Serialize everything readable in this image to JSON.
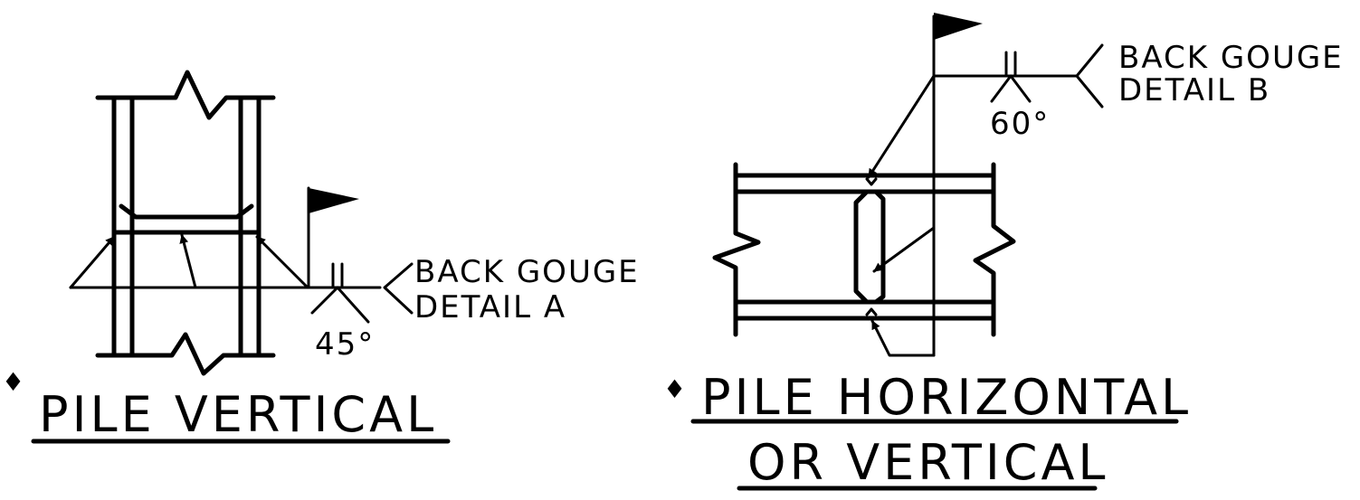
{
  "left_detail": {
    "note_line1": "BACK GOUGE",
    "note_line2": "DETAIL A",
    "angle": "45°",
    "title": "PILE VERTICAL",
    "marker": "♦"
  },
  "right_detail": {
    "note_line1": "BACK GOUGE",
    "note_line2": "DETAIL B",
    "angle": "60°",
    "title_line1": "PILE HORIZONTAL",
    "title_line2": "OR VERTICAL",
    "marker": "♦"
  }
}
